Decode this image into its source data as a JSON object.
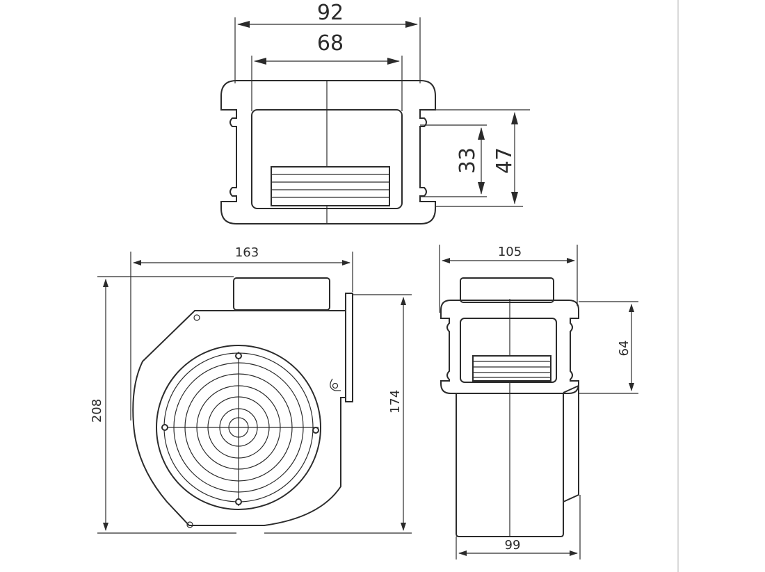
{
  "dimensions": {
    "top_width_outer": "92",
    "top_width_inner": "68",
    "top_height_inner": "33",
    "top_height_outer": "47",
    "side_width": "163",
    "side_height": "208",
    "side_flange_height": "174",
    "end_width": "105",
    "end_flange_height": "64",
    "end_bottom_width": "99"
  }
}
